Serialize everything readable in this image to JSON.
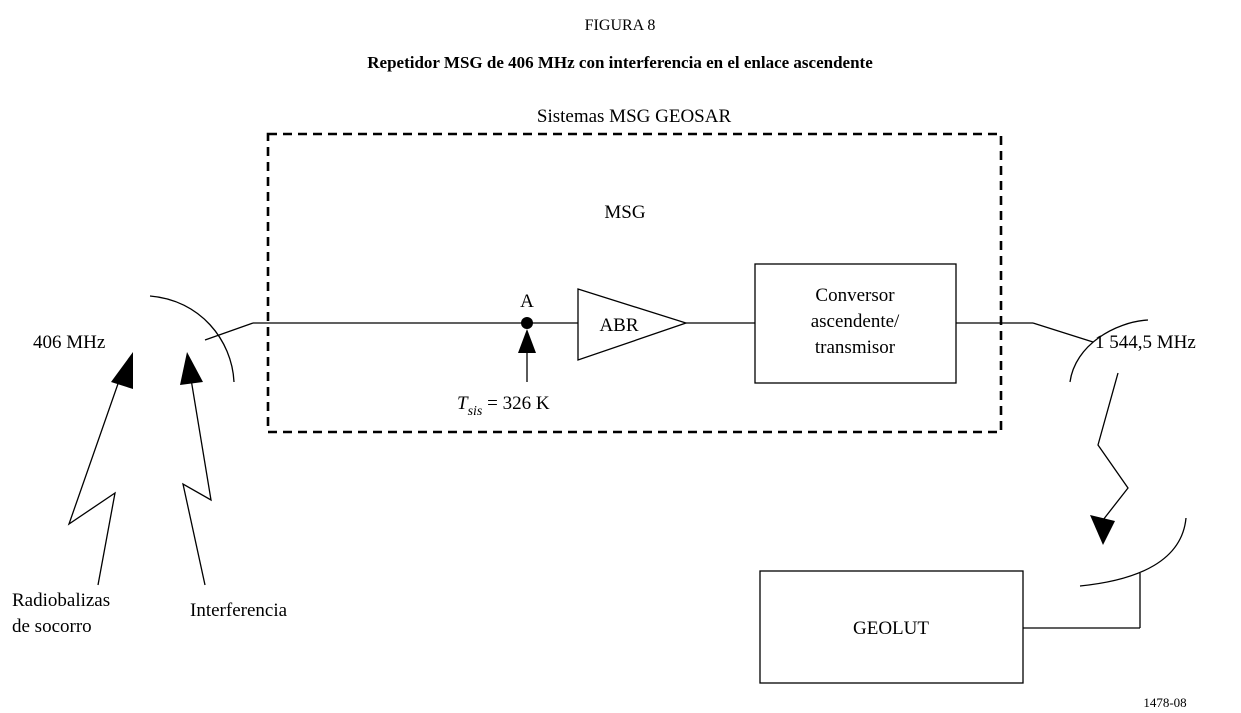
{
  "figure": {
    "number": "FIGURA 8",
    "title": "Repetidor MSG de 406 MHz con interferencia en el enlace ascendente",
    "code": "1478-08"
  },
  "system_box": {
    "label": "Sistemas MSG GEOSAR",
    "inner_label": "MSG"
  },
  "point": {
    "label": "A",
    "temp_symbol": "T",
    "temp_subscript": "sis",
    "temp_value": " = 326 K"
  },
  "amplifier": {
    "label": "ABR"
  },
  "converter": {
    "lines": [
      "Conversor",
      "ascendente/",
      "transmisor"
    ]
  },
  "uplink_antenna": {
    "freq": "406 MHz"
  },
  "downlink_antenna": {
    "freq": "1 544,5 MHz"
  },
  "sources": {
    "beacons": [
      "Radiobalizas",
      "de socorro"
    ],
    "interference": "Interferencia"
  },
  "ground_station": {
    "label": "GEOLUT"
  }
}
